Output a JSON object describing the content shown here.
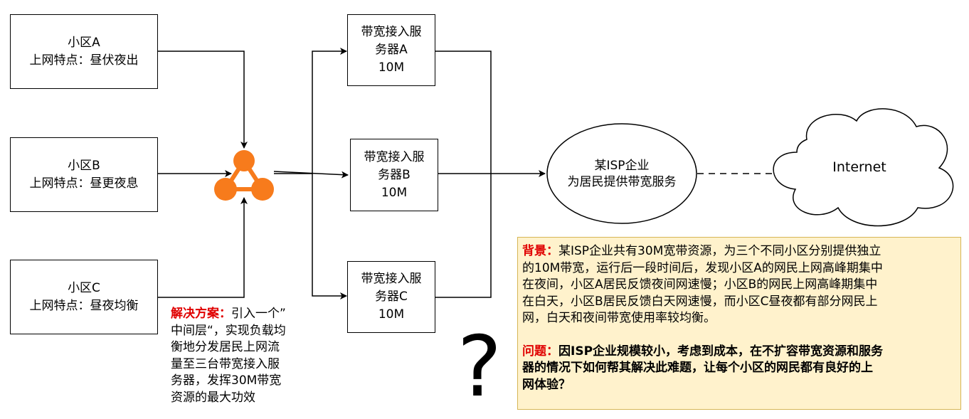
{
  "communities": [
    {
      "name": "小区A",
      "feature": "上网特点：昼伏夜出"
    },
    {
      "name": "小区B",
      "feature": "上网特点：昼更夜息"
    },
    {
      "name": "小区C",
      "feature": "上网特点：昼夜均衡"
    }
  ],
  "servers": [
    {
      "line1": "带宽接入服",
      "line2": "务器A",
      "bandwidth": "10M"
    },
    {
      "line1": "带宽接入服",
      "line2": "务器B",
      "bandwidth": "10M"
    },
    {
      "line1": "带宽接入服",
      "line2": "务器C",
      "bandwidth": "10M"
    }
  ],
  "isp": {
    "line1": "某ISP企业",
    "line2": "为居民提供带宽服务"
  },
  "internet": {
    "label": "Internet"
  },
  "solution": {
    "title": "解决方案：",
    "lines": [
      "引入一个”",
      "中间层“，实现负载均",
      "衡地分发居民上网流",
      "量至三台带宽接入服",
      "务器，发挥30M带宽",
      "资源的最大功效"
    ]
  },
  "background": {
    "title": "背景：",
    "lines": [
      "某ISP企业共有30M宽带资源，为三个不同小区分别提供独立",
      "的10M带宽，运行后一段时间后，发现小区A的网民上网高峰期集中",
      "在夜间，小区A居民反馈夜间网速慢；小区B的网民上网高峰期集中",
      "在白天，小区B居民反馈白天网速慢，而小区C昼夜都有部分网民上",
      "网，白天和夜间带宽使用率较均衡。"
    ]
  },
  "problem": {
    "title": "问题：",
    "lines": [
      "因ISP企业规模较小，考虑到成本，在不扩容带宽资源和服务",
      "器的情况下如何帮其解决此难题，让每个小区的网民都有良好的上",
      "网体验？"
    ]
  },
  "question_mark": "?",
  "colors": {
    "load_balancer": "#f77b1c",
    "red_text": "#e00000",
    "note_fill": "#fff2cc",
    "note_border": "#d6b656"
  },
  "icons": {
    "load_balancer": "load-balancer-icon",
    "cloud": "cloud-icon"
  }
}
